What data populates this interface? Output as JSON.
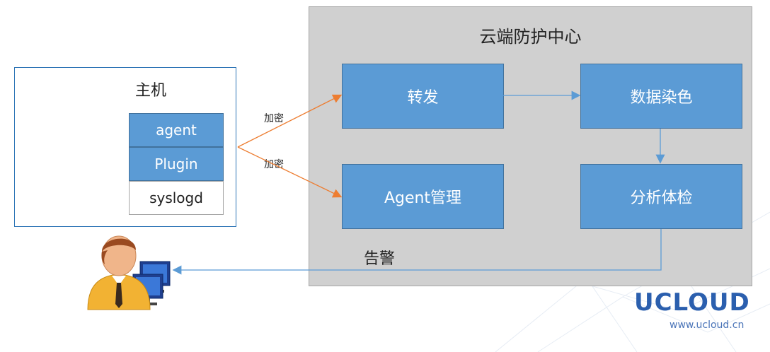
{
  "host": {
    "title": "主机",
    "components": [
      "agent",
      "Plugin",
      "syslogd"
    ]
  },
  "cloud": {
    "title": "云端防护中心",
    "boxes": {
      "forward": "转发",
      "data_coloring": "数据染色",
      "agent_mgmt": "Agent管理",
      "analysis": "分析体检"
    },
    "alert_label": "告警"
  },
  "edges": {
    "encrypt_1": "加密",
    "encrypt_2": "加密"
  },
  "brand": {
    "logo": "UCLOUD",
    "url": "www.ucloud.cn"
  },
  "colors": {
    "box_fill": "#5b9bd5",
    "box_border": "#41719c",
    "cloud_fill": "#d0d0d0",
    "arrow_orange": "#ed7d31",
    "arrow_blue": "#5b9bd5",
    "logo": "#2b5fae"
  }
}
